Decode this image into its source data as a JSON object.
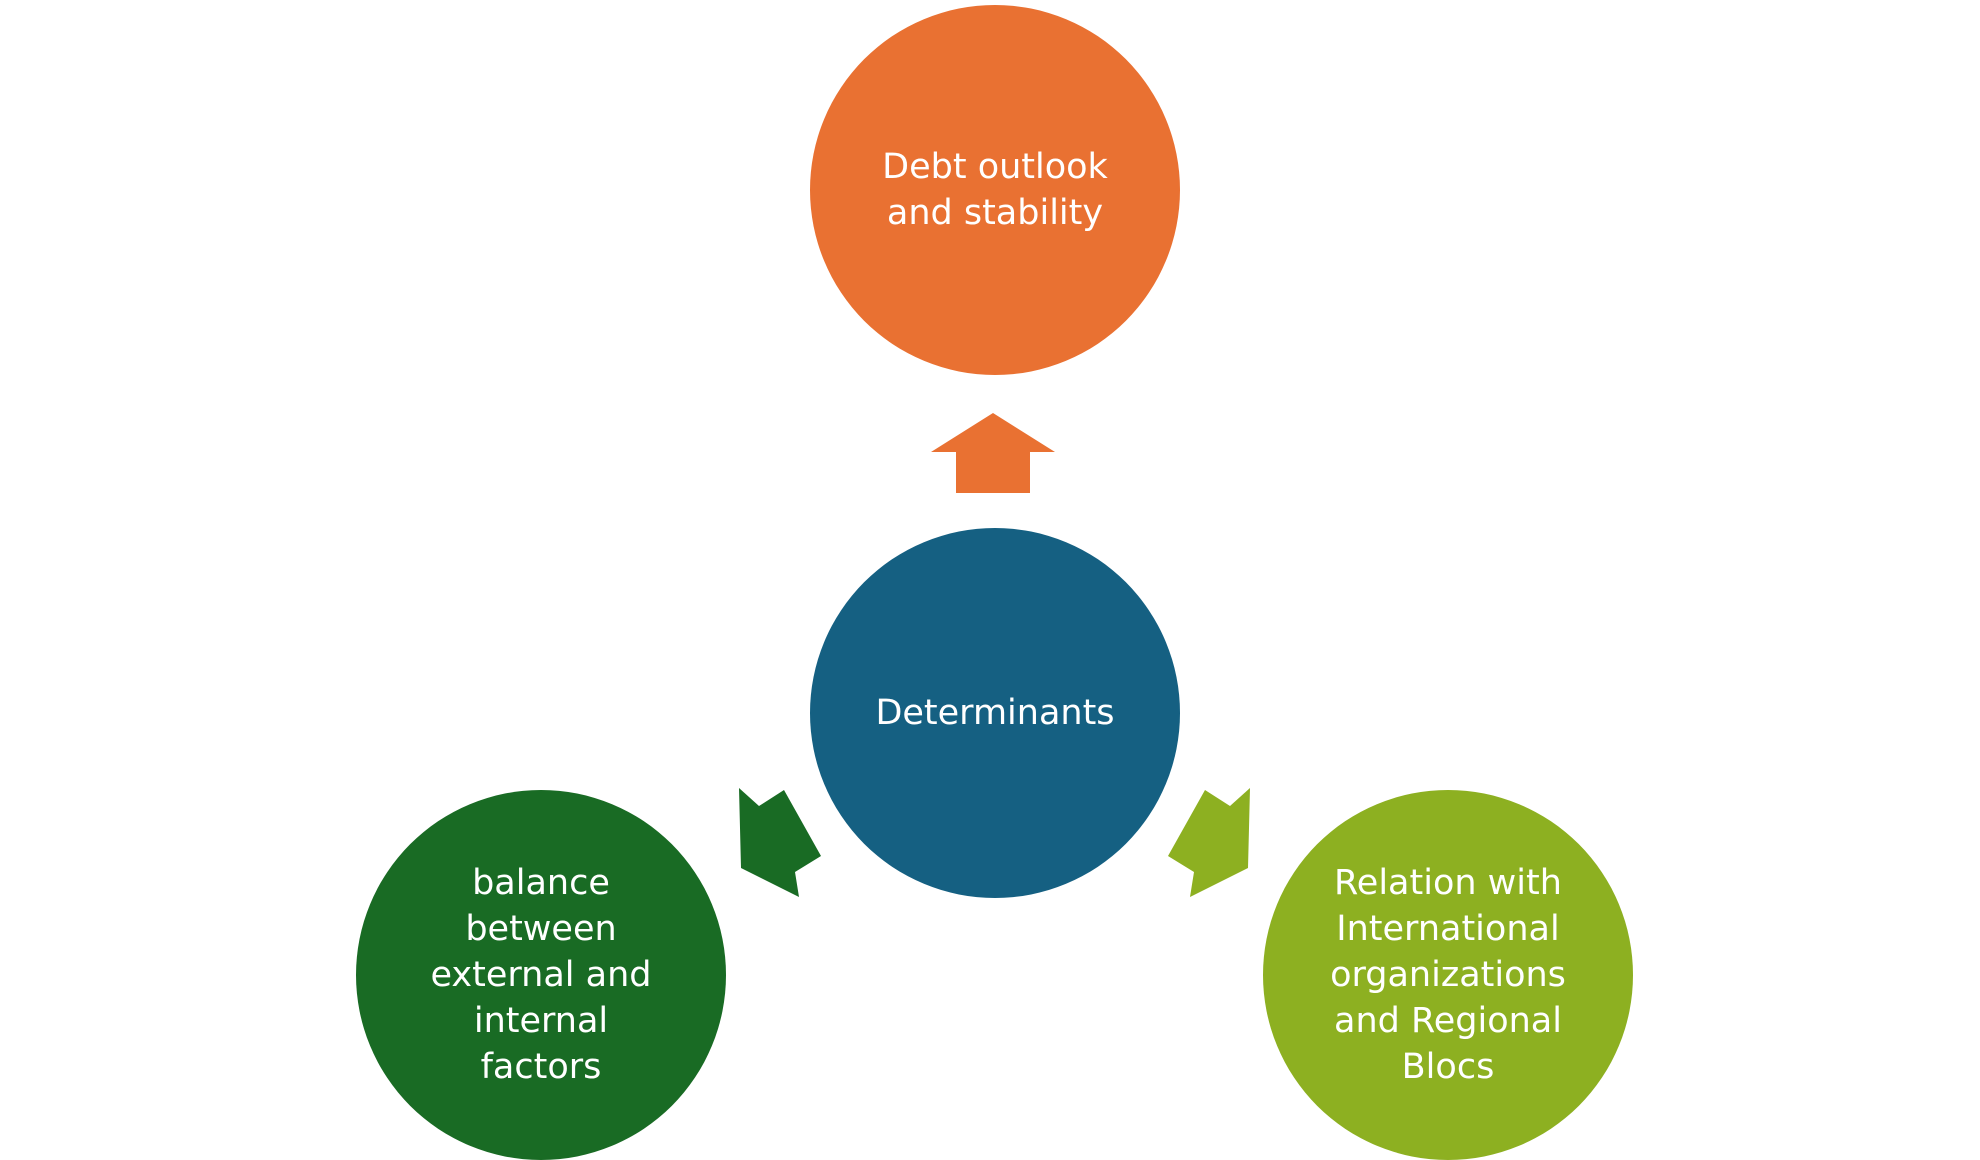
{
  "colors": {
    "top": "#E97132",
    "center": "#156082",
    "left": "#196B24",
    "right": "#8DB021"
  },
  "nodes": {
    "center": {
      "label": "Determinants"
    },
    "top": {
      "label": "Debt outlook\nand stability"
    },
    "left": {
      "label": "balance\nbetween\nexternal and\ninternal\nfactors"
    },
    "right": {
      "label": "Relation with\nInternational\norganizations\nand Regional\nBlocs"
    }
  }
}
